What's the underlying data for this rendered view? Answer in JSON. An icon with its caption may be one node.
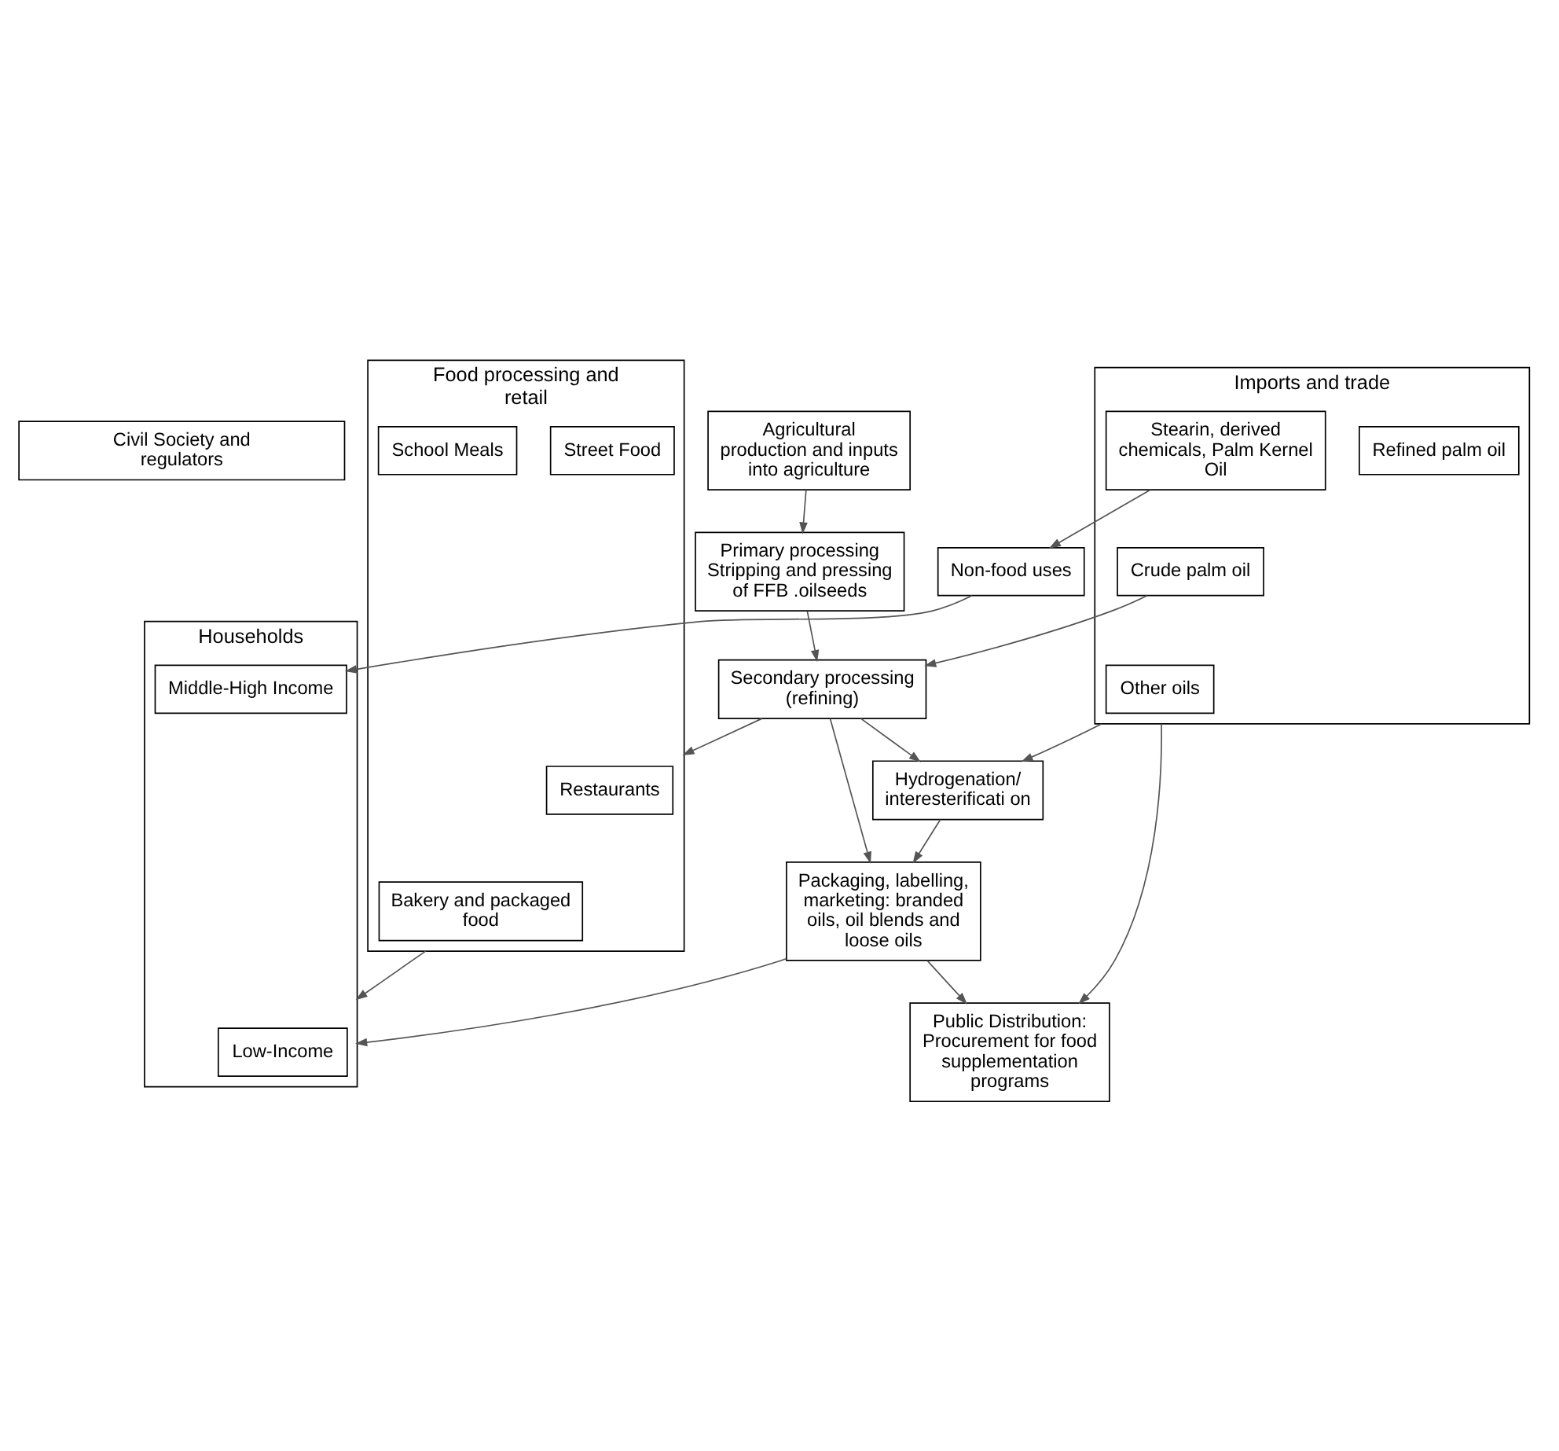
{
  "diagram": {
    "nodes": [
      {
        "text": [
          "Civil Society and regulators"
        ]
      },
      {
        "text": [
          "Agricultural production and inputs into agriculture"
        ]
      },
      {
        "text": [
          "Primary processing Stripping and pressing of FFB .oilseeds"
        ]
      },
      {
        "text": [
          "Food processing and retail"
        ]
      },
      {
        "text": [
          "Restaurants"
        ],
        "in": 3
      },
      {
        "text": [
          "Street Food"
        ],
        "in": 3
      },
      {
        "text": [
          "School Meals"
        ],
        "in": 3
      },
      {
        "text": [
          "Bakery and packaged food"
        ],
        "in": 3
      },
      {
        "text": [
          "Imports and trade"
        ]
      },
      {
        "text": [
          "Crude palm oil"
        ],
        "in": 8
      },
      {
        "text": [
          "Refined palm oil"
        ],
        "in": 8
      },
      {
        "text": [
          "Stearin, derived chemicals, Palm Kernel Oil"
        ],
        "in": 8
      },
      {
        "text": [
          "Other oils"
        ],
        "in": 8
      },
      {
        "text": [
          "Secondary processing (refining)"
        ]
      },
      {
        "text": [
          "Hydrogenation/ interesterificati on"
        ]
      },
      {
        "text": [
          "Packaging, labelling, marketing: branded oils, oil blends and loose oils"
        ]
      },
      {
        "text": [
          "Public Distribution: Procurement for food supplementation programs"
        ]
      },
      {
        "text": [
          "Non-food uses"
        ]
      },
      {
        "text": [
          "Households"
        ]
      },
      {
        "text": [
          "Low-Income"
        ],
        "in": 18
      },
      {
        "text": [
          "Middle-High Income"
        ],
        "in": 18
      }
    ],
    "edges": [
      {
        "from": 1,
        "to": 2,
        "arrow": "to"
      },
      {
        "from": 2,
        "to": 13,
        "arrow": "to"
      },
      {
        "from": 13,
        "to": 3,
        "arrow": "to"
      },
      {
        "from": 9,
        "to": 13,
        "arrow": "to"
      },
      {
        "from": 13,
        "to": 14,
        "arrow": "to"
      },
      {
        "from": 13,
        "to": 15,
        "arrow": "to"
      },
      {
        "from": 14,
        "to": 15,
        "arrow": "to"
      },
      {
        "from": 8,
        "to": 14,
        "arrow": "to"
      },
      {
        "from": 11,
        "to": 17,
        "arrow": "to"
      },
      {
        "from": 15,
        "to": 16,
        "arrow": "to"
      },
      {
        "from": 15,
        "to": 18,
        "arrow": "to"
      },
      {
        "from": 3,
        "to": 18,
        "arrow": "to"
      },
      {
        "from": 8,
        "to": 16,
        "arrow": "to"
      },
      {
        "from": 17,
        "to": 20,
        "arrow": "to"
      }
    ]
  }
}
